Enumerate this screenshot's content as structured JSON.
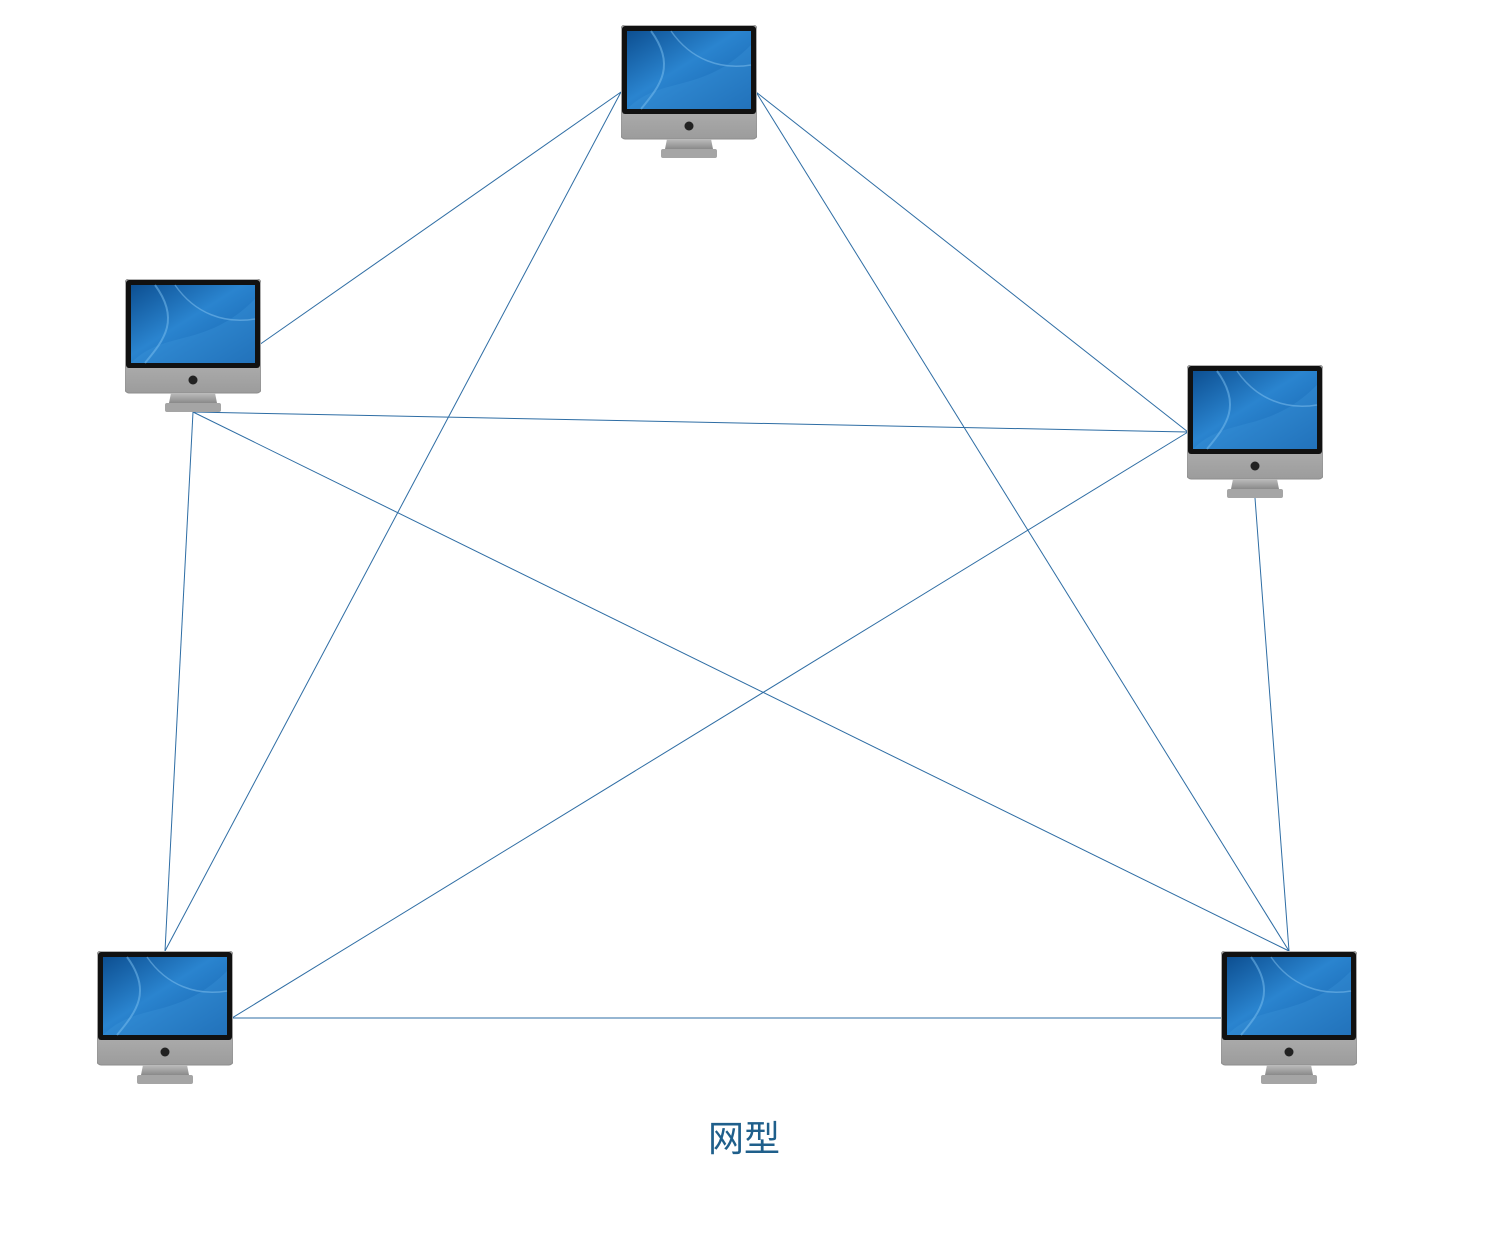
{
  "diagram": {
    "caption": "网型",
    "link_color": "#2e6da4",
    "screen_color": "#1e6fb8",
    "nodes": [
      {
        "id": "top",
        "icon": "imac-icon"
      },
      {
        "id": "left",
        "icon": "imac-icon"
      },
      {
        "id": "right",
        "icon": "imac-icon"
      },
      {
        "id": "bottom-left",
        "icon": "imac-icon"
      },
      {
        "id": "bottom-right",
        "icon": "imac-icon"
      }
    ],
    "links": [
      [
        "top",
        "left"
      ],
      [
        "top",
        "right"
      ],
      [
        "top",
        "bottom-left"
      ],
      [
        "top",
        "bottom-right"
      ],
      [
        "left",
        "right"
      ],
      [
        "left",
        "bottom-left"
      ],
      [
        "left",
        "bottom-right"
      ],
      [
        "right",
        "bottom-left"
      ],
      [
        "right",
        "bottom-right"
      ],
      [
        "bottom-left",
        "bottom-right"
      ]
    ]
  }
}
